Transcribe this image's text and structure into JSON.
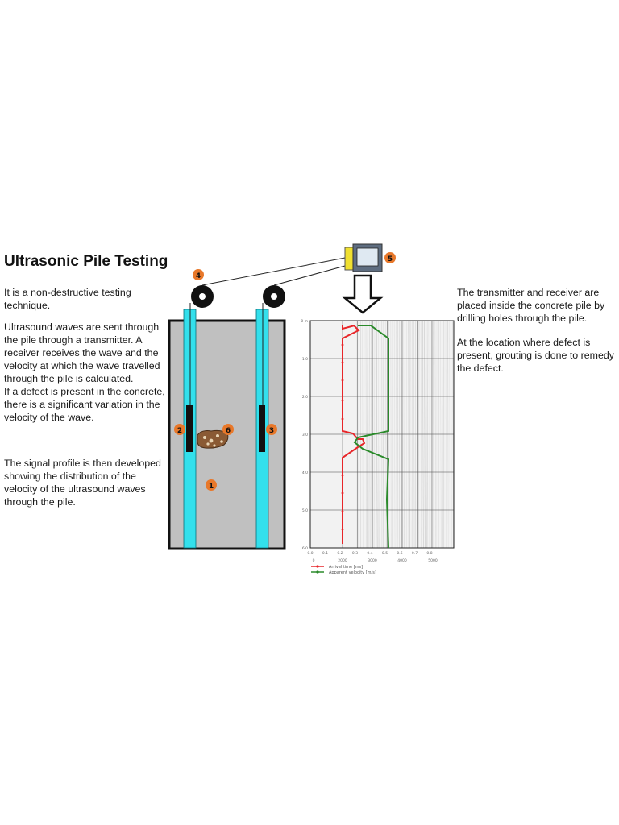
{
  "title": "Ultrasonic Pile Testing",
  "left_text": {
    "p1": "It is a non-destructive testing technique.",
    "p2_lines": [
      "Ultrasound waves are sent through the pile through a transmitter. A receiver receives the wave and the velocity at which the wave travelled through the pile is calculated.",
      "If a defect is present in the concrete, there is a significant variation in the velocity of the wave."
    ],
    "p3": "The signal profile is then developed showing the distribution of the velocity of the ultrasound waves through the pile."
  },
  "right_text": {
    "p1": "The transmitter and receiver are placed inside the concrete pile by drilling holes through the pile.",
    "p2": "At the location where defect is present, grouting is done to remedy the defect."
  },
  "markers": [
    "1",
    "2",
    "3",
    "4",
    "5",
    "6"
  ],
  "colors": {
    "pile": "#c0c0c0",
    "tube": "#33e0ec",
    "marker": "#e8782a",
    "transit_time_line": "#e8262a",
    "velocity_line": "#2a8a2a",
    "device_body": "#f0e030"
  },
  "chart": {
    "depth_ticks": [
      "0 m",
      "1.0",
      "2.0",
      "3.0",
      "4.0",
      "5.0",
      "6.0"
    ],
    "time_ticks": [
      "0.0",
      "0.1",
      "0.2",
      "0.3",
      "0.4",
      "0.5",
      "0.6",
      "0.7",
      "0.8"
    ],
    "velocity_ticks": [
      "0",
      "2000",
      "3000",
      "4000",
      "5000"
    ],
    "legend": {
      "transit_time": "Arrival time [ms]",
      "velocity": "Apparent velocity [m/s]"
    }
  }
}
